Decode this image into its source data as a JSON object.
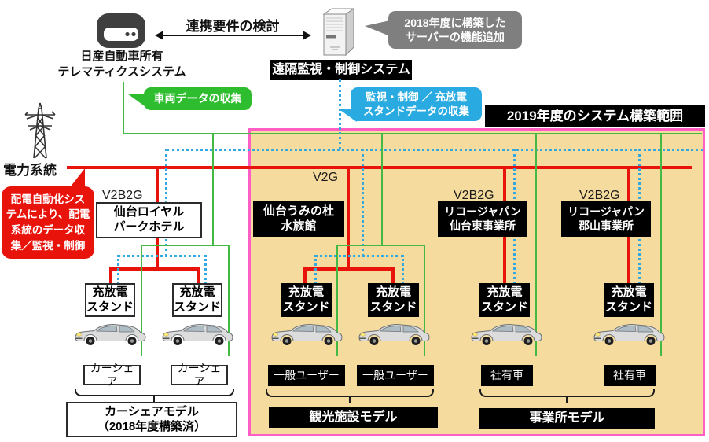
{
  "colors": {
    "power_line_red": "#e8140c",
    "vehicle_data_green": "#44b944",
    "monitoring_blue": "#31a8e0",
    "scope_border_pink": "#ff5fc4",
    "scope_fill_tan": "#f6db9e"
  },
  "header": {
    "telematics_owner_line1": "日産自動車所有",
    "telematics_owner_line2": "テレマティクスシステム",
    "link_arrow_label": "連携要件の検討",
    "remote_system_label": "遠隔監視・制御システム",
    "server_note_line1": "2018年度に構築した",
    "server_note_line2": "サーバーの機能追加",
    "vehicle_data_note": "車両データの収集",
    "monitoring_note_line1": "監視・制御 ／ 充放電",
    "monitoring_note_line2": "スタンドデータの収集",
    "scope_label": "2019年度のシステム構築範囲"
  },
  "power": {
    "grid_label": "電力系統",
    "distribution_note_line1": "配電自動化シス",
    "distribution_note_line2": "テムにより、配電",
    "distribution_note_line3": "系統のデータ収",
    "distribution_note_line4": "集／監視・制御"
  },
  "stand": {
    "line1": "充放電",
    "line2": "スタンド"
  },
  "carshare_section": {
    "tech_label": "V2B2G",
    "facility_line1": "仙台ロイヤル",
    "facility_line2": "パークホテル",
    "vehicle_label": "カーシェア",
    "model_line1": "カーシェアモデル",
    "model_line2": "（2018年度構築済）"
  },
  "tourism_section": {
    "tech_label": "V2G",
    "facility_line1": "仙台うみの杜",
    "facility_line2": "水族館",
    "vehicle_label": "一般ユーザー",
    "model_label": "観光施設モデル"
  },
  "office_sendai_section": {
    "tech_label": "V2B2G",
    "facility_line1": "リコージャパン",
    "facility_line2": "仙台東事業所",
    "vehicle_label": "社有車"
  },
  "office_koriyama_section": {
    "tech_label": "V2B2G",
    "facility_line1": "リコージャパン",
    "facility_line2": "郡山事業所",
    "vehicle_label": "社有車"
  },
  "office_model_label": "事業所モデル"
}
